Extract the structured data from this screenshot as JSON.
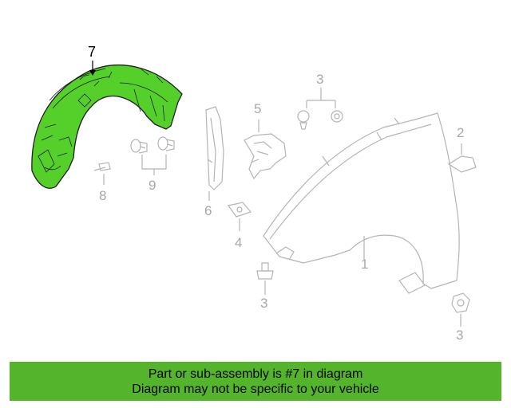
{
  "diagram": {
    "callouts": {
      "c7": "7",
      "c3a": "3",
      "c5": "5",
      "c2": "2",
      "c8": "8",
      "c9": "9",
      "c6": "6",
      "c4": "4",
      "c1": "1",
      "c3b": "3",
      "c3c": "3"
    },
    "highlight_color": "#55d02b",
    "line_color": "#b4b4b4"
  },
  "banner": {
    "line1": "Part or sub-assembly is #7 in diagram",
    "line2": "Diagram may not be specific to your vehicle",
    "color": "#54b52d"
  }
}
